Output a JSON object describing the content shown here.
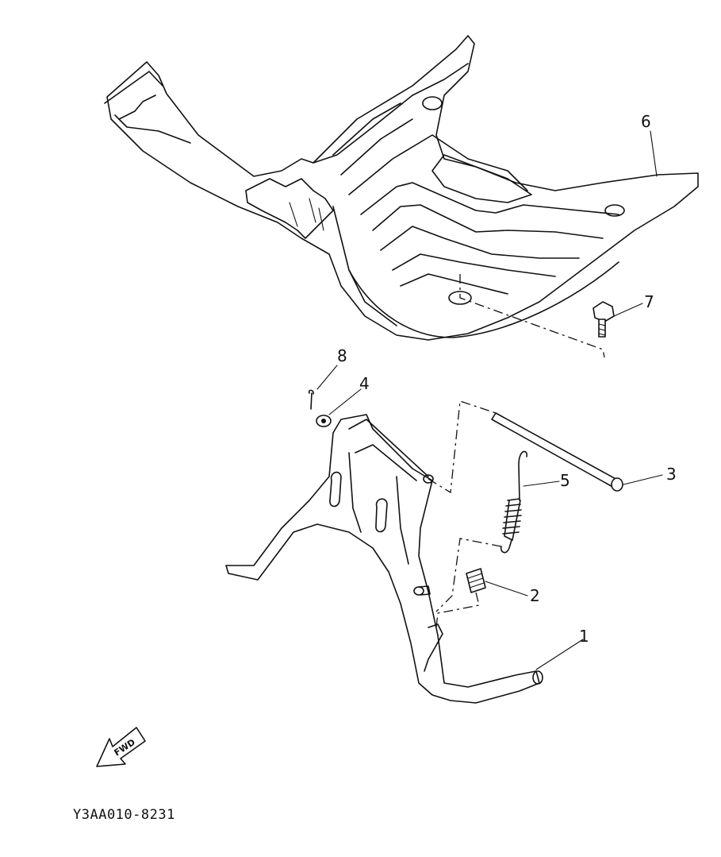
{
  "diagram": {
    "callouts": {
      "c1": "1",
      "c2": "2",
      "c3": "3",
      "c4": "4",
      "c5": "5",
      "c6": "6",
      "c7": "7",
      "c8": "8"
    },
    "fwd_label": "FWD",
    "drawing_code": "Y3AA010-8231"
  }
}
